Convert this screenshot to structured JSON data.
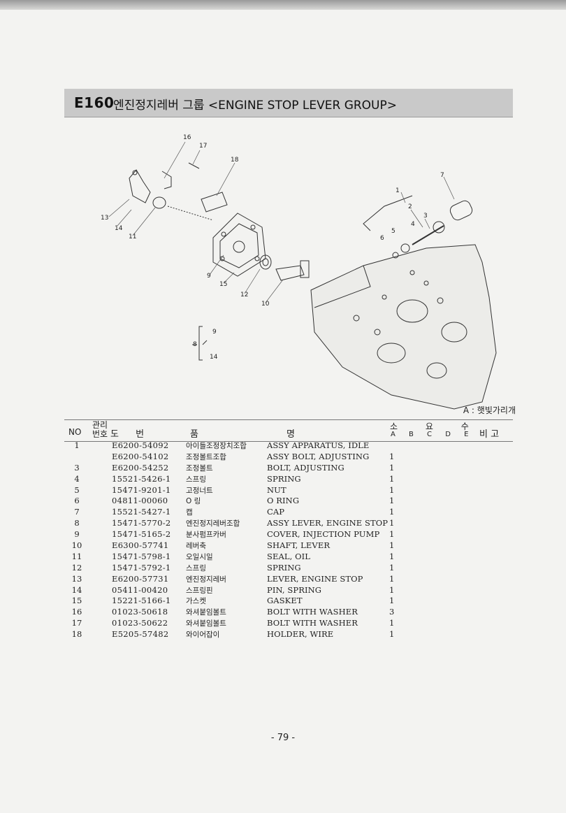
{
  "header": {
    "code": "E160",
    "title": "엔진정지레버 그룹 <ENGINE STOP LEVER GROUP>"
  },
  "diagram": {
    "callouts": [
      "16",
      "17",
      "18",
      "1",
      "7",
      "2",
      "3",
      "4",
      "5",
      "6",
      "13",
      "14",
      "11",
      "9",
      "15",
      "12",
      "10",
      "9",
      "8",
      "14"
    ],
    "note": "A : 햇빛가리개"
  },
  "table": {
    "headers": {
      "no": "NO",
      "mgmt": "관리 번호",
      "code": "도 번",
      "name_kr": "품",
      "name_en": "명",
      "qty": "소 요 수",
      "abcde": "A B C D E",
      "remark": "비 고"
    },
    "rows": [
      {
        "no": "1",
        "code": "E6200-54092",
        "kr": "아이들조정장치조합",
        "en": "ASSY APPARATUS, IDLE",
        "qty": ""
      },
      {
        "no": "",
        "code": "E6200-54102",
        "kr": "조정볼트조합",
        "en": "ASSY BOLT, ADJUSTING",
        "qty": "1"
      },
      {
        "no": "3",
        "code": "E6200-54252",
        "kr": "조정볼트",
        "en": "BOLT, ADJUSTING",
        "qty": "1"
      },
      {
        "no": "4",
        "code": "15521-5426-1",
        "kr": "스프링",
        "en": "SPRING",
        "qty": "1"
      },
      {
        "no": "5",
        "code": "15471-9201-1",
        "kr": "고정너트",
        "en": "NUT",
        "qty": "1"
      },
      {
        "no": "6",
        "code": "04811-00060",
        "kr": "O 링",
        "en": "O RING",
        "qty": "1"
      },
      {
        "no": "7",
        "code": "15521-5427-1",
        "kr": "캡",
        "en": "CAP",
        "qty": "1"
      },
      {
        "no": "8",
        "code": "15471-5770-2",
        "kr": "엔진정지레버조합",
        "en": "ASSY LEVER, ENGINE STOP",
        "qty": "1"
      },
      {
        "no": "9",
        "code": "15471-5165-2",
        "kr": "분사펌프카버",
        "en": "COVER, INJECTION PUMP",
        "qty": "1"
      },
      {
        "no": "10",
        "code": "E6300-57741",
        "kr": "레버축",
        "en": "SHAFT, LEVER",
        "qty": "1"
      },
      {
        "no": "11",
        "code": "15471-5798-1",
        "kr": "오일시일",
        "en": "SEAL, OIL",
        "qty": "1"
      },
      {
        "no": "12",
        "code": "15471-5792-1",
        "kr": "스프링",
        "en": "SPRING",
        "qty": "1"
      },
      {
        "no": "13",
        "code": "E6200-57731",
        "kr": "엔진정지레버",
        "en": "LEVER, ENGINE STOP",
        "qty": "1"
      },
      {
        "no": "14",
        "code": "05411-00420",
        "kr": "스프링핀",
        "en": "PIN, SPRING",
        "qty": "1"
      },
      {
        "no": "15",
        "code": "15221-5166-1",
        "kr": "가스켓",
        "en": "GASKET",
        "qty": "1"
      },
      {
        "no": "16",
        "code": "01023-50618",
        "kr": "와셔붙임볼트",
        "en": "BOLT WITH WASHER",
        "qty": "3"
      },
      {
        "no": "17",
        "code": "01023-50622",
        "kr": "와셔붙임볼트",
        "en": "BOLT WITH WASHER",
        "qty": "1"
      },
      {
        "no": "18",
        "code": "E5205-57482",
        "kr": "와이어잡이",
        "en": "HOLDER, WIRE",
        "qty": "1"
      }
    ]
  },
  "footer": {
    "page": "- 79 -"
  }
}
